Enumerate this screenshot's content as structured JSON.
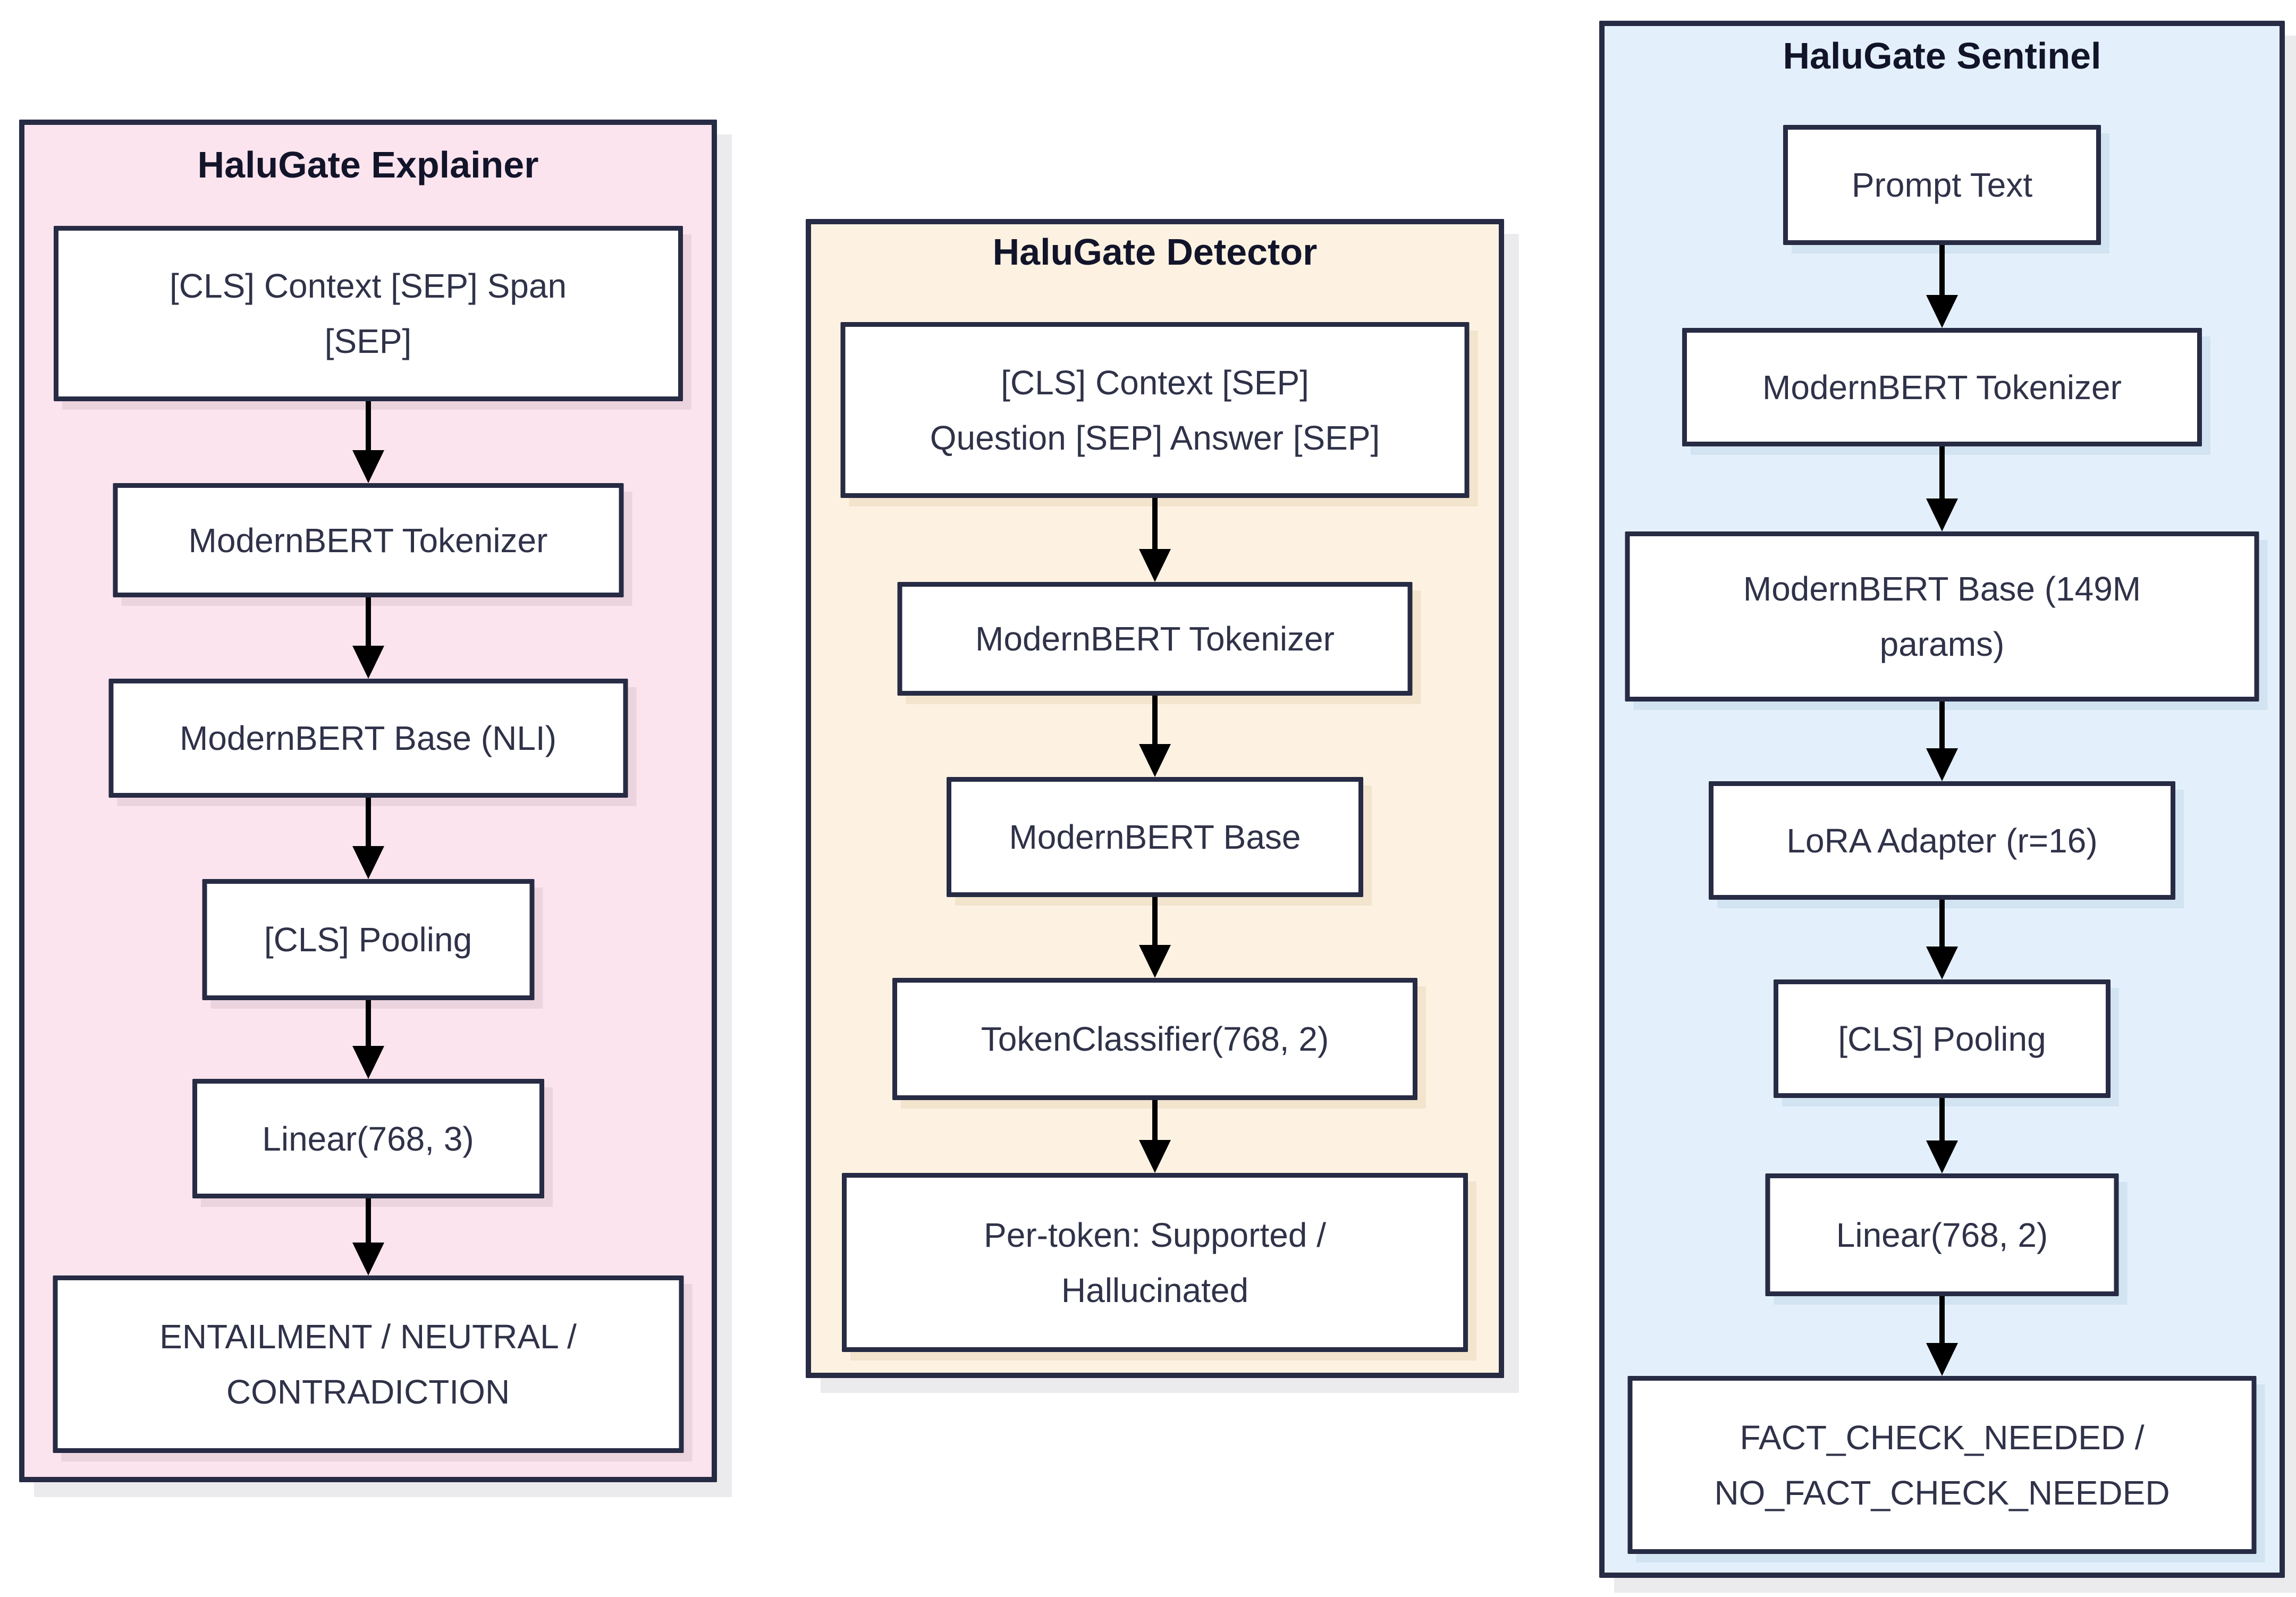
{
  "colors": {
    "explainer_bg": "#fce4ee",
    "detector_bg": "#fdf2e1",
    "sentinel_bg": "#e3f0fb",
    "box_fill": "#ffffff",
    "border": "#272b44",
    "text": "#2f3248",
    "arrow": "#000000",
    "canvas": "#ffffff"
  },
  "panels": [
    {
      "title": "HaluGate Explainer",
      "boxes": [
        {
          "label": "[CLS] Context [SEP] Span\n[SEP]"
        },
        {
          "label": "ModernBERT Tokenizer"
        },
        {
          "label": "ModernBERT Base (NLI)"
        },
        {
          "label": "[CLS] Pooling"
        },
        {
          "label": "Linear(768, 3)"
        },
        {
          "label": "ENTAILMENT / NEUTRAL /\nCONTRADICTION"
        }
      ]
    },
    {
      "title": "HaluGate Detector",
      "boxes": [
        {
          "label": "[CLS] Context [SEP]\nQuestion [SEP] Answer [SEP]"
        },
        {
          "label": "ModernBERT Tokenizer"
        },
        {
          "label": "ModernBERT Base"
        },
        {
          "label": "TokenClassifier(768, 2)"
        },
        {
          "label": "Per-token: Supported /\nHallucinated"
        }
      ]
    },
    {
      "title": "HaluGate Sentinel",
      "boxes": [
        {
          "label": "Prompt Text"
        },
        {
          "label": "ModernBERT Tokenizer"
        },
        {
          "label": "ModernBERT Base (149M\nparams)"
        },
        {
          "label": "LoRA Adapter (r=16)"
        },
        {
          "label": "[CLS] Pooling"
        },
        {
          "label": "Linear(768, 2)"
        },
        {
          "label": "FACT_CHECK_NEEDED /\nNO_FACT_CHECK_NEEDED"
        }
      ]
    }
  ]
}
